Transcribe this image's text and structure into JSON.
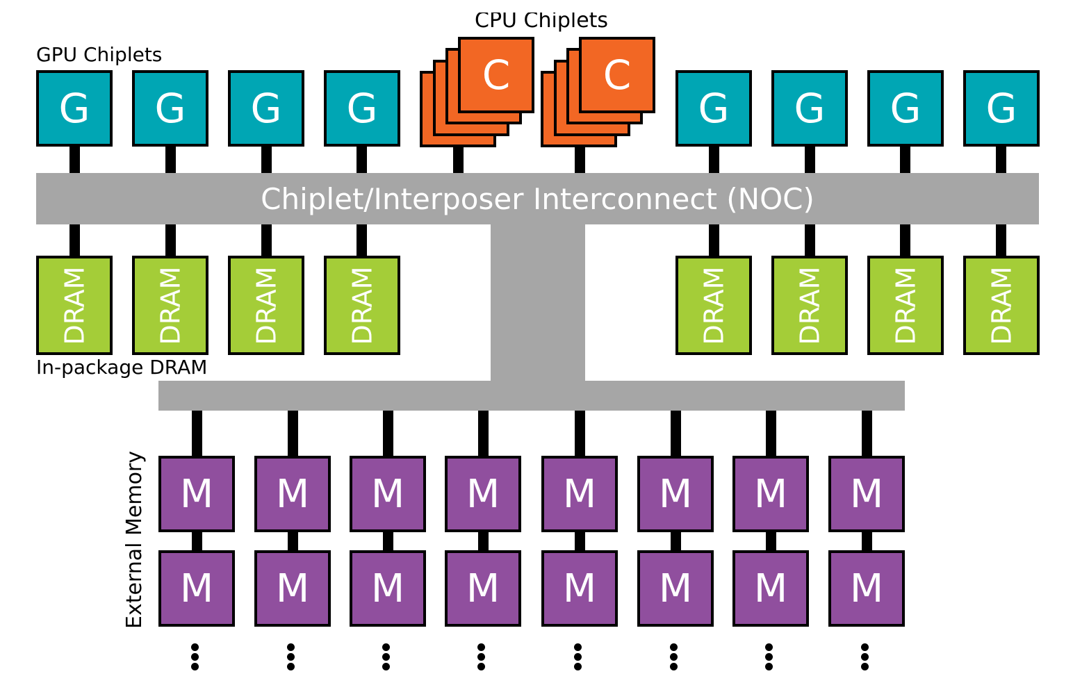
{
  "labels": {
    "gpu_chiplets": "GPU Chiplets",
    "cpu_chiplets": "CPU Chiplets",
    "in_package_dram": "In-package DRAM",
    "external_memory": "External Memory",
    "interconnect": "Chiplet/Interposer Interconnect (NOC)"
  },
  "gpu_chiplets": [
    "G",
    "G",
    "G",
    "G",
    "G",
    "G",
    "G",
    "G"
  ],
  "cpu_chiplets": [
    "C",
    "C"
  ],
  "dram_modules": [
    "DRAM",
    "DRAM",
    "DRAM",
    "DRAM",
    "DRAM",
    "DRAM",
    "DRAM",
    "DRAM"
  ],
  "external_memory": {
    "row1": [
      "M",
      "M",
      "M",
      "M",
      "M",
      "M",
      "M",
      "M"
    ],
    "row2": [
      "M",
      "M",
      "M",
      "M",
      "M",
      "M",
      "M",
      "M"
    ],
    "continuation": "⋮"
  },
  "colors": {
    "gpu": "#00a6b4",
    "cpu": "#f26724",
    "dram": "#a4cd38",
    "memory": "#904f9e",
    "interconnect": "#a6a6a6",
    "wire": "#000000"
  }
}
